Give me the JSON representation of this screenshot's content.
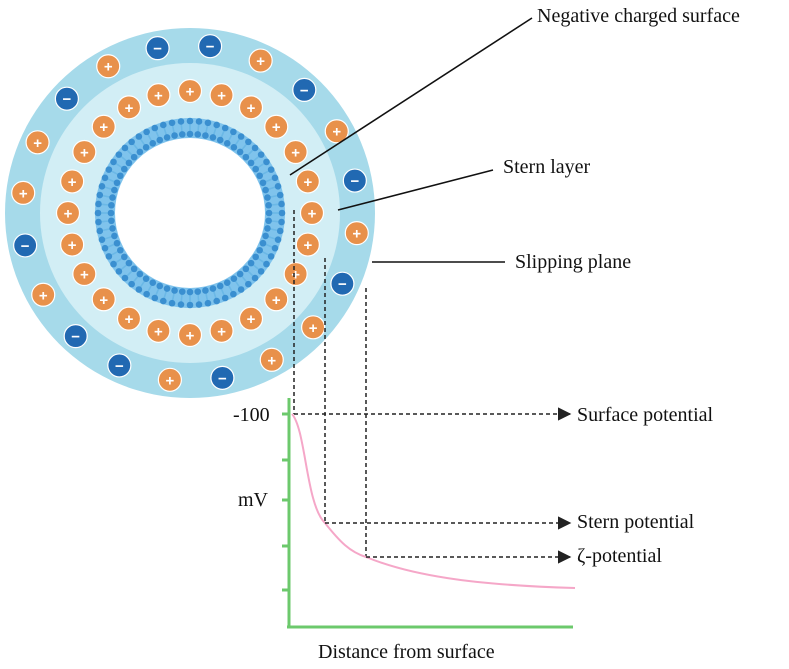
{
  "labels": {
    "negative_surface": "Negative charged surface",
    "stern_layer": "Stern layer",
    "slipping_plane": "Slipping plane",
    "surface_potential": "Surface potential",
    "stern_potential": "Stern potential",
    "zeta_potential": "ζ-potential",
    "y_tick_top": "-100",
    "y_axis_unit": "mV",
    "x_axis_label": "Distance from surface"
  },
  "ion_symbols": {
    "positive": "+",
    "negative": "−"
  },
  "colors": {
    "outer_layer": "#a6daea",
    "stern_layer": "#d2eef5",
    "membrane_head": "#3a8fd0",
    "membrane_tail": "#6bb8e6",
    "positive_ion": "#e8914b",
    "negative_ion": "#2169b2",
    "axis": "#6cc96c",
    "potential_curve": "#f5a7c8",
    "guide_line": "#222222"
  },
  "icons": {
    "positive_ion": "plus-circle-icon",
    "negative_ion": "minus-circle-icon",
    "arrow": "arrow-right-icon"
  }
}
